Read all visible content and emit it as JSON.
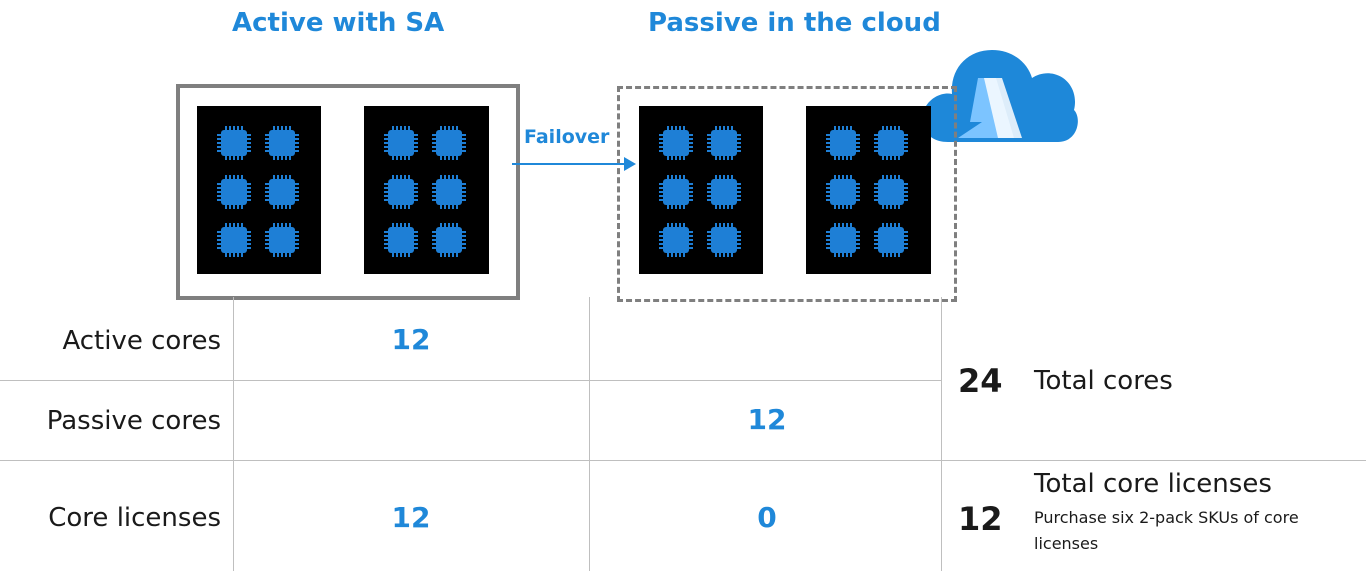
{
  "headings": {
    "active": "Active with SA",
    "passive": "Passive in the cloud"
  },
  "arrow": {
    "label": "Failover"
  },
  "icons": {
    "cloud": "azure-cloud-icon",
    "chip": "cpu-chip-icon"
  },
  "colors": {
    "accent": "#1f88d9",
    "server": "#000000",
    "text": "#1a1a1a"
  },
  "table": {
    "rows": [
      {
        "label": "Active cores",
        "active": "12",
        "passive": ""
      },
      {
        "label": "Passive cores",
        "active": "",
        "passive": "12"
      },
      {
        "label": "Core licenses",
        "active": "12",
        "passive": "0"
      }
    ]
  },
  "totals": {
    "cores": {
      "value": "24",
      "label": "Total cores"
    },
    "licenses": {
      "value": "12",
      "label": "Total core licenses",
      "note": "Purchase six 2-pack SKUs of core licenses"
    }
  }
}
